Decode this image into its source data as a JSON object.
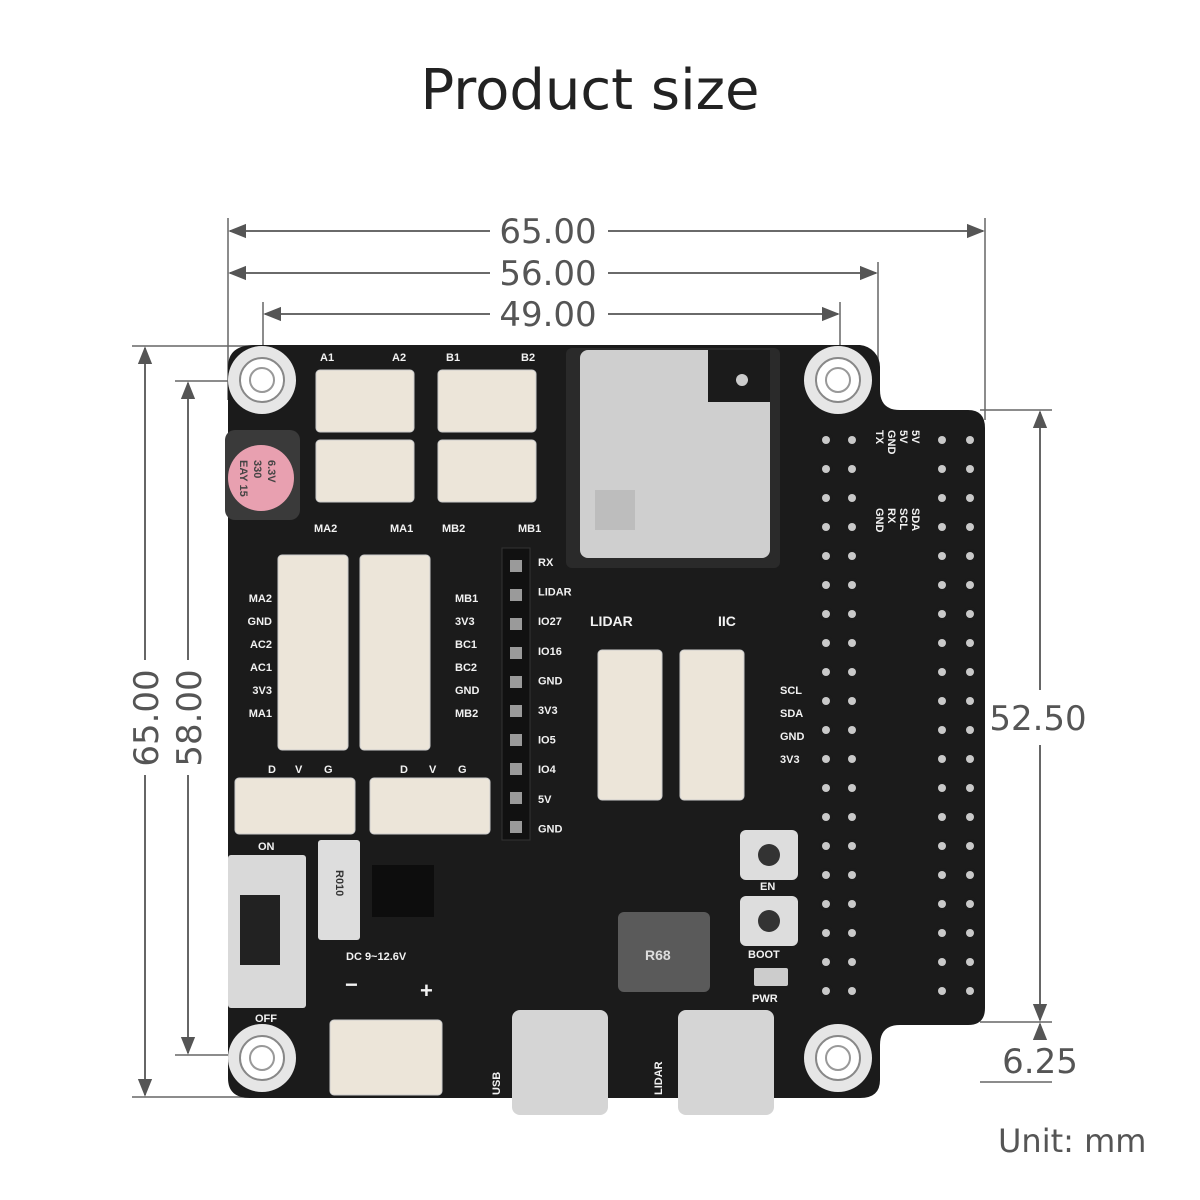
{
  "title": "Product size",
  "unit_label": "Unit: mm",
  "dimensions": {
    "width_total": "65.00",
    "width_holes_outer": "56.00",
    "width_holes": "49.00",
    "height_total": "65.00",
    "height_holes": "58.00",
    "header_length": "52.50",
    "header_offset": "6.25"
  },
  "board_labels": {
    "motor_top": [
      "A1",
      "A2",
      "B1",
      "B2"
    ],
    "motor_bottom": [
      "MA2",
      "MA1",
      "MB2",
      "MB1"
    ],
    "left_pins": [
      "MA2",
      "GND",
      "AC2",
      "AC1",
      "3V3",
      "MA1"
    ],
    "right_pins": [
      "MB1",
      "3V3",
      "BC1",
      "BC2",
      "GND",
      "MB2"
    ],
    "gpio_pins": [
      "RX",
      "LIDAR",
      "IO27",
      "IO16",
      "GND",
      "3V3",
      "IO5",
      "IO4",
      "5V",
      "GND"
    ],
    "lidar_label": "LIDAR",
    "iic_label": "IIC",
    "iic_pins": [
      "SCL",
      "SDA",
      "GND",
      "3V3"
    ],
    "servo_labels": [
      "D",
      "V",
      "G"
    ],
    "switch_on": "ON",
    "switch_off": "OFF",
    "resistor": "R010",
    "dc_label": "DC 9~12.6V",
    "minus": "−",
    "plus": "+",
    "btn_en": "EN",
    "btn_boot": "BOOT",
    "pwr": "PWR",
    "inductor": "R68",
    "usb_label": "USB",
    "lidar_usb_label": "LIDAR",
    "cap_text": [
      "EAY 15",
      "330",
      "6.3V"
    ],
    "header_cols": [
      "5V",
      "5V",
      "GND",
      "TX",
      "SDA",
      "SCL",
      "RX",
      "GND"
    ]
  }
}
